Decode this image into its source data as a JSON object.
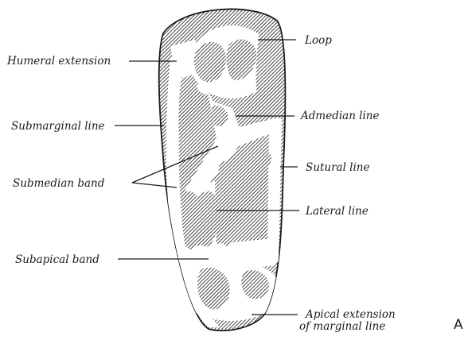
{
  "figure": {
    "panel_letter": "A",
    "labels": {
      "loop": "Loop",
      "humeral_extension": "Humeral extension",
      "admedian_line": "Admedian line",
      "submarginal_line": "Submarginal line",
      "sutural_line": "Sutural line",
      "submedian_band": "Submedian band",
      "lateral_line": "Lateral line",
      "subapical_band": "Subapical band",
      "apical_extension_1": "Apical extension",
      "apical_extension_2": "of marginal line"
    }
  }
}
